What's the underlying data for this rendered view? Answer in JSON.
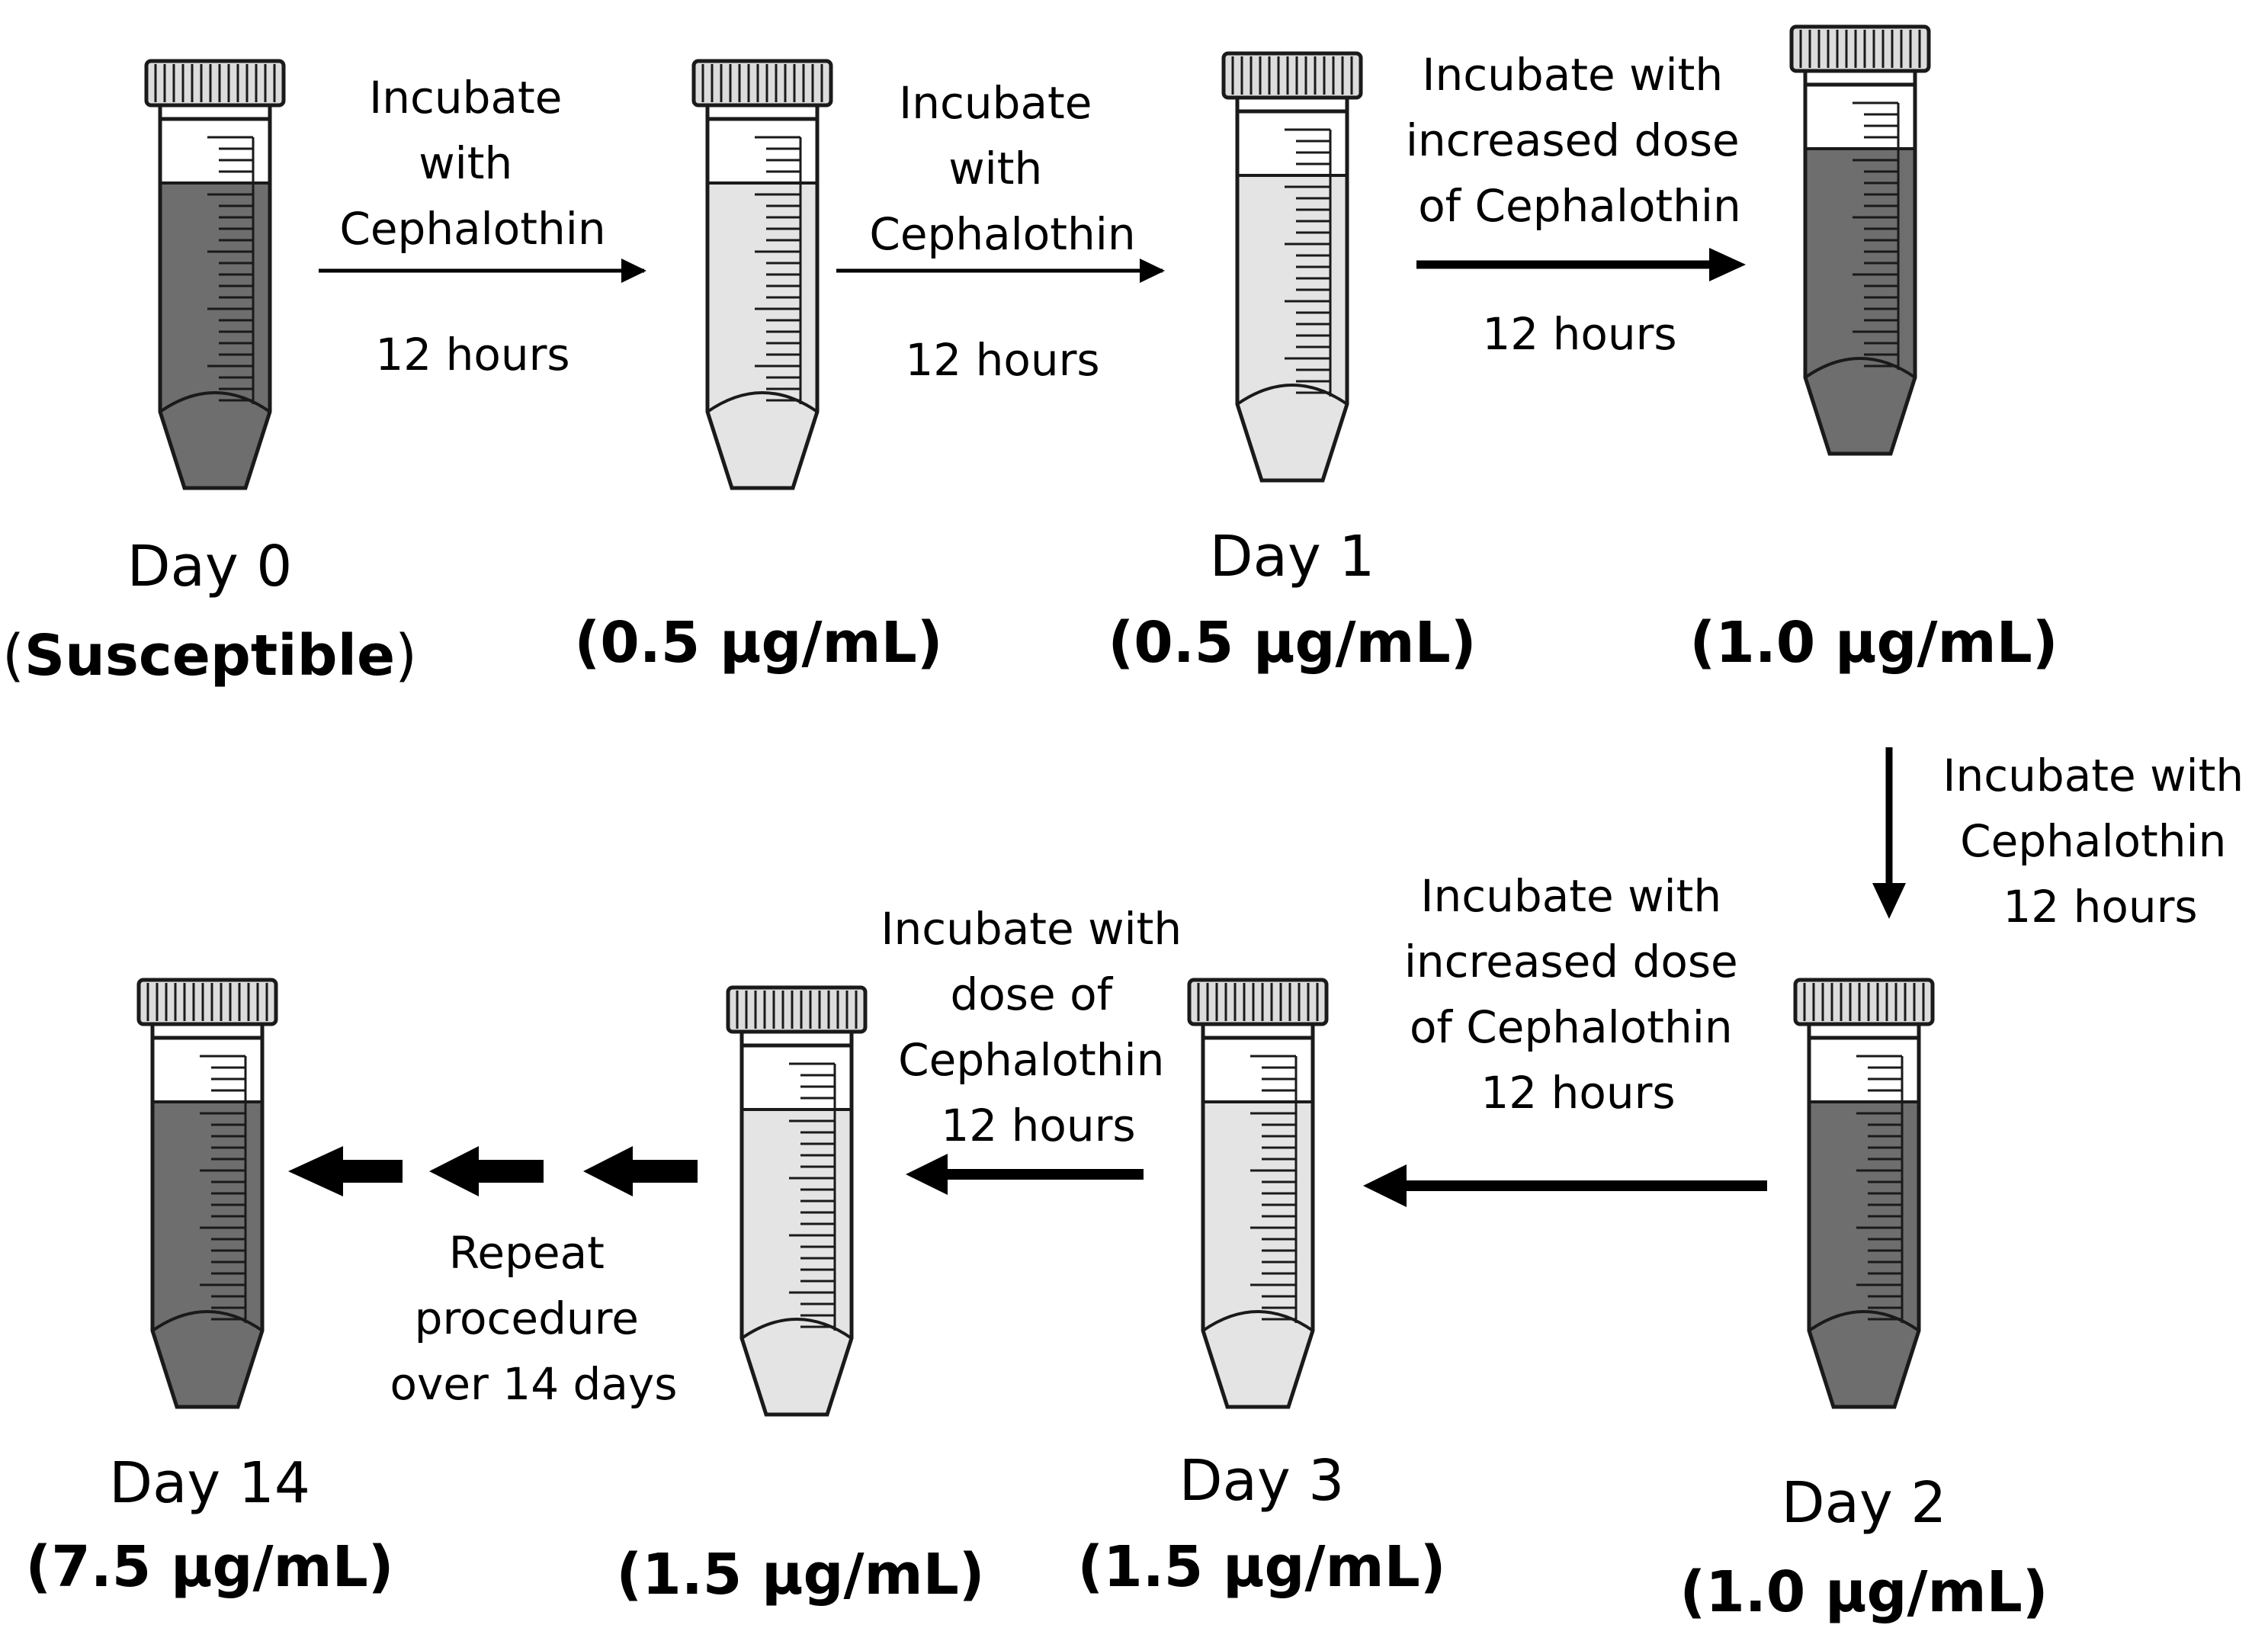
{
  "colors": {
    "dark_culture": "#6e6e6e",
    "light_culture": "#e4e4e4",
    "outline": "#1a1a1a",
    "cap": "#dcdcdc",
    "background": "#ffffff"
  },
  "tubes": [
    {
      "id": "t1",
      "state": "dark",
      "day_label": "Day 0",
      "conc_label": "Susceptible",
      "conc_prefix": "(",
      "conc_suffix": ")"
    },
    {
      "id": "t2",
      "state": "light",
      "day_label": "",
      "conc_label": "(0.5 μg/mL)"
    },
    {
      "id": "t3",
      "state": "light",
      "day_label": "Day 1",
      "conc_label": "(0.5 μg/mL)"
    },
    {
      "id": "t4",
      "state": "dark",
      "day_label": "",
      "conc_label": "(1.0 μg/mL)"
    },
    {
      "id": "t5",
      "state": "dark",
      "day_label": "Day 2",
      "conc_label": "(1.0 μg/mL)"
    },
    {
      "id": "t6",
      "state": "light",
      "day_label": "Day 3",
      "conc_label": "(1.5 μg/mL)"
    },
    {
      "id": "t7",
      "state": "light",
      "day_label": "",
      "conc_label": "(1.5 μg/mL)"
    },
    {
      "id": "t8",
      "state": "dark",
      "day_label": "Day 14",
      "conc_label": "(7.5 μg/mL)"
    }
  ],
  "steps": [
    {
      "from": "t1",
      "to": "t2",
      "lines": [
        "Incubate",
        "with",
        "Cephalothin"
      ],
      "duration": "12 hours"
    },
    {
      "from": "t2",
      "to": "t3",
      "lines": [
        "Incubate",
        "with",
        "Cephalothin"
      ],
      "duration": "12 hours"
    },
    {
      "from": "t3",
      "to": "t4",
      "lines": [
        "Incubate with",
        "increased dose",
        "of Cephalothin"
      ],
      "duration": "12 hours"
    },
    {
      "from": "t4",
      "to": "t5",
      "lines": [
        "Incubate with",
        "Cephalothin",
        "12 hours"
      ]
    },
    {
      "from": "t5",
      "to": "t6",
      "lines": [
        "Incubate with",
        "increased dose",
        "of Cephalothin",
        "12 hours"
      ]
    },
    {
      "from": "t6",
      "to": "t7",
      "lines": [
        "Incubate with",
        "dose of",
        "Cephalothin",
        "12 hours"
      ]
    },
    {
      "from": "t7",
      "to": "t8",
      "lines": [
        "Repeat",
        "procedure",
        "over 14 days"
      ]
    }
  ]
}
